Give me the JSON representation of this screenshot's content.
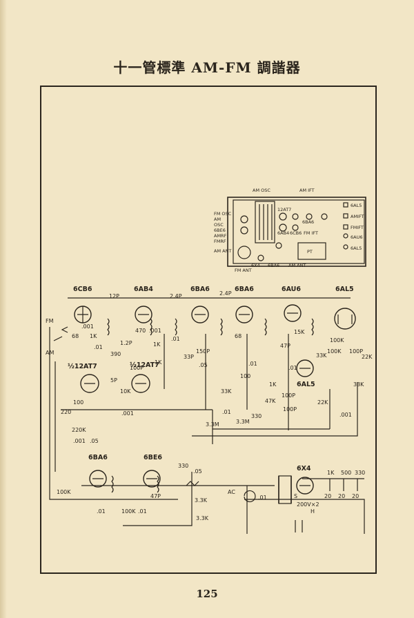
{
  "page": {
    "title": "十一管標準 AM-FM 調諧器",
    "page_number": "125"
  },
  "chassis": {
    "labels": {
      "am_osc": "AM OSC",
      "am_ift": "AM IFT",
      "fm_osc": "FM OSC",
      "am": "AM",
      "osc": "OSC",
      "6be6": "6BE6",
      "amrf": "AMRF",
      "fmrf": "FMRF",
      "am_ant": "AM ANT",
      "12at7": "12AT7",
      "6ab4": "6AB4",
      "6ba6": "6BA6",
      "6cb6": "6CB6",
      "fm_ift": "FM IFT",
      "pt": "PT",
      "6x4": "6X4",
      "6ba6_b": "6BA6",
      "am_ant_b": "AM ANT",
      "fm_ant": "FM ANT",
      "6al5": "6AL5",
      "amift_r": "AMIFT",
      "fmift_r": "FMIFT",
      "6au6": "6AU6",
      "6al5_b": "6AL5"
    }
  },
  "tubes": {
    "t1": "6CB6",
    "t2": "6AB4",
    "t3": "6BA6",
    "t4": "6BA6",
    "t5": "6AU6",
    "t6": "6AL5",
    "t7": "½12AT7",
    "t8": "½12AT7",
    "t9": "6AL5",
    "t10": "6BA6",
    "t11": "6BE6",
    "t12": "6X4"
  },
  "components": {
    "c1": "12P",
    "c2": "2.4P",
    "c3": "2.4P",
    "c4": "68",
    "c5": "1K",
    "c6": ".001",
    "c7": "1.2P",
    "c8": "390",
    "c9": "470",
    "c10": ".001",
    "c11": "1K",
    "c12": ".01",
    "c13": ".01",
    "c14": "33P",
    "c15": "150P",
    "c16": ".05",
    "c17": "68",
    "c18": "33K",
    "c19": "100",
    "c20": ".01",
    "c21": "15K",
    "c22": "47P",
    "c23": ".01",
    "c24": "100K",
    "c25": "100K",
    "c26": "100P",
    "c27": "22K",
    "c28": "33K",
    "c29": "1K",
    "c30": "100P",
    "c31": "47K",
    "c32": "100P",
    "c33": "22K",
    "c34": "330",
    "c35": "3.3M",
    "c36": "3.3M",
    "c37": ".001",
    "c38": "33K",
    "c39": ".01",
    "c40": "100P",
    "c41": "5P",
    "c42": "10K",
    "c43": "1K",
    "c44": "100",
    "c45": "220",
    "c46": "220K",
    "c47": ".001",
    "c48": ".05",
    "c49": "330",
    "c50": "100K",
    "c51": ".01",
    "c52": "100K",
    "c53": "47P",
    "c54": "3.3K",
    "c55": ".01",
    "c56": "1K",
    "c57": "500",
    "c58": "330",
    "c59": "20",
    "c60": "20",
    "c61": "20",
    "c62": "200V×2",
    "c63": "S",
    "c64": "H",
    "c65": ".01",
    "c66": ".05",
    "c67": "3.3K",
    "c68": ".001"
  },
  "switch_labels": {
    "fm": "FM",
    "am": "AM",
    "ac": "AC"
  }
}
